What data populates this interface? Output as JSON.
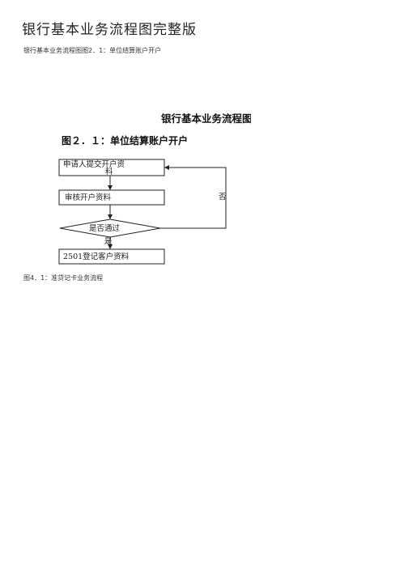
{
  "document": {
    "title": "银行基本业务流程图完整版",
    "subtitle": "银行基本业务流程图图2．1：单位结算账户开户",
    "section_heading": "银行基本业务流程图",
    "figure_heading": "图２．１：单位结算账户开户",
    "caption": "图4．1：准贷记卡业务流程"
  },
  "flowchart": {
    "step1_line1": "申请人提交开户资",
    "step1_line2": "料",
    "step2": "审核开户资料",
    "decision": "是否通过",
    "no_label": "否",
    "yes_label": "是",
    "step3": "2501登记客户资料"
  },
  "colors": {
    "line": "#222222",
    "text": "#222222"
  }
}
